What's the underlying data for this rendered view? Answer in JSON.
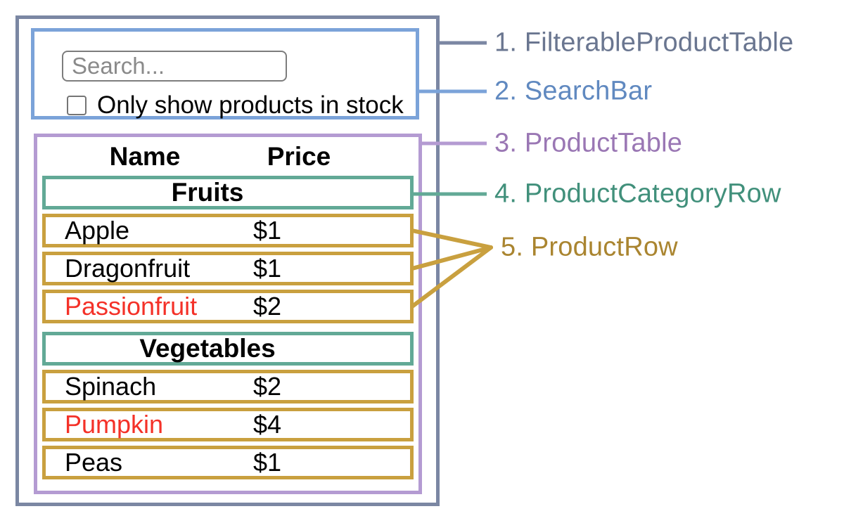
{
  "colors": {
    "slate-border": "#7b87a3",
    "slate-text": "#6a7690",
    "blue-border": "#7ba3d9",
    "blue-text": "#6089c0",
    "purple-border": "#b49bd2",
    "purple-text": "#9a77b4",
    "teal-border": "#62a996",
    "teal-text": "#41907b",
    "gold-border": "#c9a03f",
    "gold-text": "#aa8530",
    "alert-text": "#f43128"
  },
  "search_bar": {
    "input_placeholder": "Search...",
    "input_value": "",
    "checkbox_checked": false,
    "checkbox_label": "Only show products in stock"
  },
  "table": {
    "columns": [
      "Name",
      "Price"
    ],
    "rows": [
      {
        "type": "category",
        "label": "Fruits"
      },
      {
        "type": "product",
        "name": "Apple",
        "price": "$1",
        "alert": false
      },
      {
        "type": "product",
        "name": "Dragonfruit",
        "price": "$1",
        "alert": false
      },
      {
        "type": "product",
        "name": "Passionfruit",
        "price": "$2",
        "alert": true
      },
      {
        "type": "category",
        "label": "Vegetables"
      },
      {
        "type": "product",
        "name": "Spinach",
        "price": "$2",
        "alert": false
      },
      {
        "type": "product",
        "name": "Pumpkin",
        "price": "$4",
        "alert": true
      },
      {
        "type": "product",
        "name": "Peas",
        "price": "$1",
        "alert": false
      }
    ]
  },
  "legend": {
    "items": [
      {
        "label": "1. FilterableProductTable"
      },
      {
        "label": "2. SearchBar"
      },
      {
        "label": "3. ProductTable"
      },
      {
        "label": "4. ProductCategoryRow"
      },
      {
        "label": "5. ProductRow"
      }
    ]
  }
}
